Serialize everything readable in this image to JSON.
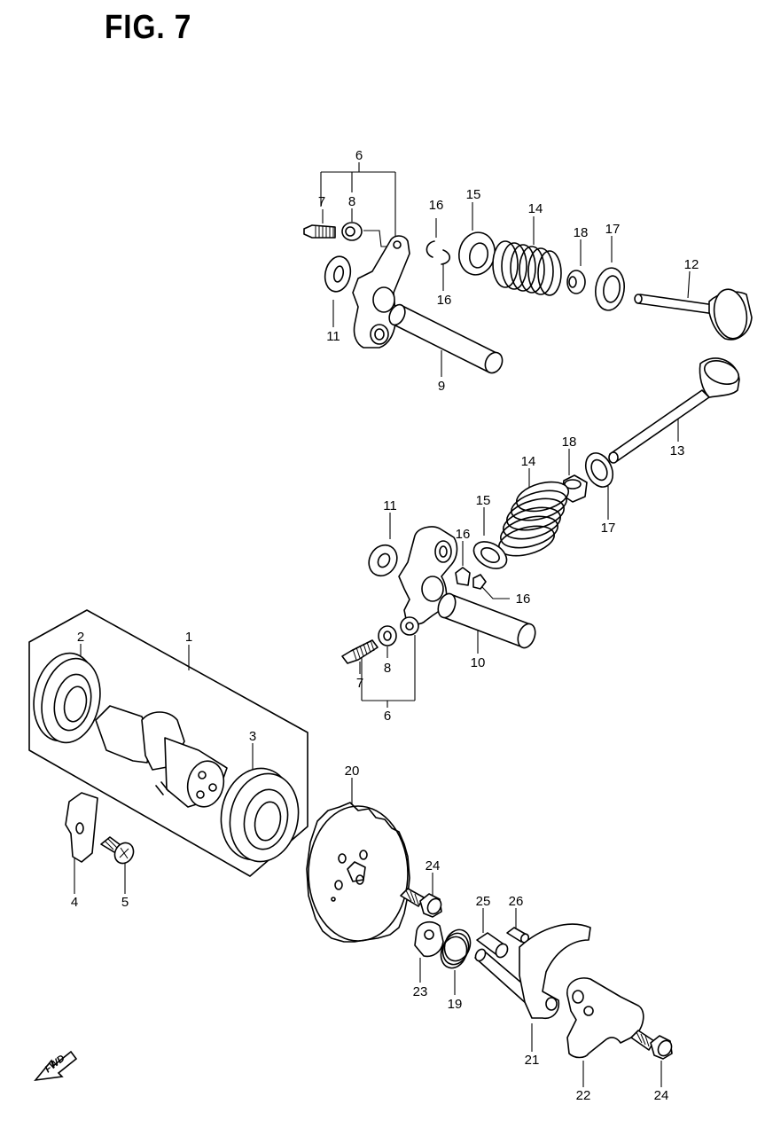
{
  "figure": {
    "title": "FIG. 7"
  },
  "callouts": [
    {
      "id": "c6a",
      "label": "6"
    },
    {
      "id": "c7a",
      "label": "7"
    },
    {
      "id": "c8a",
      "label": "8"
    },
    {
      "id": "c16a",
      "label": "16"
    },
    {
      "id": "c15a",
      "label": "15"
    },
    {
      "id": "c14a",
      "label": "14"
    },
    {
      "id": "c18a",
      "label": "18"
    },
    {
      "id": "c17a",
      "label": "17"
    },
    {
      "id": "c12",
      "label": "12"
    },
    {
      "id": "c16b",
      "label": "16"
    },
    {
      "id": "c11a",
      "label": "11"
    },
    {
      "id": "c9",
      "label": "9"
    },
    {
      "id": "c13",
      "label": "13"
    },
    {
      "id": "c18b",
      "label": "18"
    },
    {
      "id": "c14b",
      "label": "14"
    },
    {
      "id": "c17b",
      "label": "17"
    },
    {
      "id": "c15b",
      "label": "15"
    },
    {
      "id": "c11b",
      "label": "11"
    },
    {
      "id": "c16c",
      "label": "16"
    },
    {
      "id": "c16d",
      "label": "16"
    },
    {
      "id": "c10",
      "label": "10"
    },
    {
      "id": "c8b",
      "label": "8"
    },
    {
      "id": "c7b",
      "label": "7"
    },
    {
      "id": "c6b",
      "label": "6"
    },
    {
      "id": "c1",
      "label": "1"
    },
    {
      "id": "c2",
      "label": "2"
    },
    {
      "id": "c3",
      "label": "3"
    },
    {
      "id": "c20",
      "label": "20"
    },
    {
      "id": "c4",
      "label": "4"
    },
    {
      "id": "c5",
      "label": "5"
    },
    {
      "id": "c24a",
      "label": "24"
    },
    {
      "id": "c25",
      "label": "25"
    },
    {
      "id": "c26",
      "label": "26"
    },
    {
      "id": "c23",
      "label": "23"
    },
    {
      "id": "c19",
      "label": "19"
    },
    {
      "id": "c21",
      "label": "21"
    },
    {
      "id": "c22",
      "label": "22"
    },
    {
      "id": "c24b",
      "label": "24"
    }
  ],
  "fwd_badge": "FWD"
}
